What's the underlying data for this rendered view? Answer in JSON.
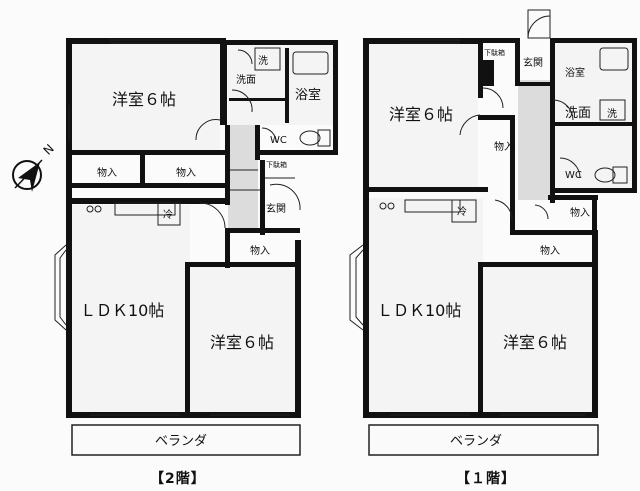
{
  "compass": {
    "label": "N"
  },
  "floor2": {
    "caption": "【2階】",
    "rooms": {
      "western_top": "洋室６帖",
      "wash": "洗面",
      "laundry": "洗",
      "bath": "浴室",
      "wc": "WC",
      "storage_left": "物入",
      "storage_mid": "物入",
      "shoebox": "下駄箱",
      "entrance": "玄関",
      "fridge": "冷",
      "storage_lower": "物入",
      "ldk": "ＬＤＫ10帖",
      "western_bottom": "洋室６帖",
      "veranda": "ベランダ"
    }
  },
  "floor1": {
    "caption": "【１階】",
    "rooms": {
      "western_top": "洋室６帖",
      "shoebox": "下駄箱",
      "entrance": "玄関",
      "bath": "浴室",
      "wash": "洗面",
      "laundry": "洗",
      "storage_closet": "物入",
      "wc": "WC",
      "storage_right": "物入",
      "fridge": "冷",
      "storage_lower": "物入",
      "ldk": "ＬＤＫ10帖",
      "western_bottom": "洋室６帖",
      "veranda": "ベランダ"
    }
  }
}
